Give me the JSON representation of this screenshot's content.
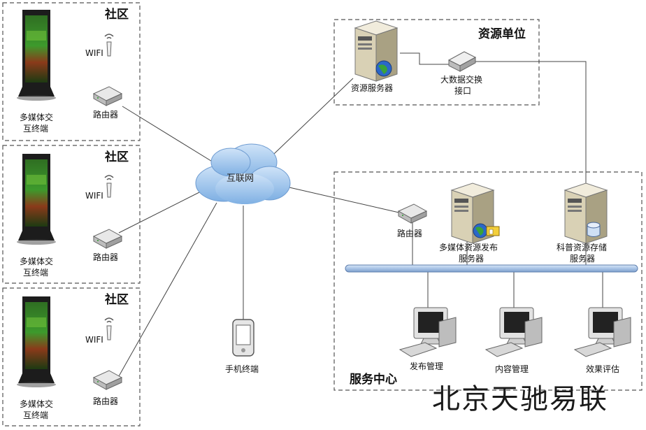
{
  "communities": [
    {
      "title": "社区",
      "wifi": "WIFI",
      "router": "路由器",
      "terminal_line1": "多媒体交",
      "terminal_line2": "互终端"
    },
    {
      "title": "社区",
      "wifi": "WIFI",
      "router": "路由器",
      "terminal_line1": "多媒体交",
      "terminal_line2": "互终端"
    },
    {
      "title": "社区",
      "wifi": "WIFI",
      "router": "路由器",
      "terminal_line1": "多媒体交",
      "terminal_line2": "互终端"
    }
  ],
  "internet": {
    "label": "互联网"
  },
  "mobile": {
    "label": "手机终端"
  },
  "resource_unit": {
    "title": "资源单位",
    "server": "资源服务器",
    "exchange_line1": "大数据交换",
    "exchange_line2": "接口"
  },
  "service_center": {
    "title": "服务中心",
    "router": "路由器",
    "publish_server_line1": "多媒体资源发布",
    "publish_server_line2": "服务器",
    "storage_server_line1": "科普资源存储",
    "storage_server_line2": "服务器",
    "clients": [
      "发布管理",
      "内容管理",
      "效果评估"
    ]
  },
  "watermark": "北京天驰易联",
  "colors": {
    "bus": "#a9c4e6",
    "cloud": "#9cc3ec",
    "dashed_border": "#555555",
    "screen_green": "#3d9a2c",
    "screen_red": "#b82b1e"
  }
}
